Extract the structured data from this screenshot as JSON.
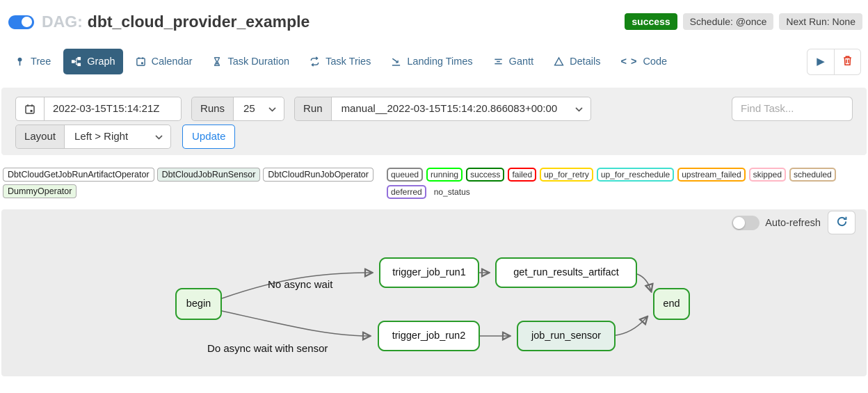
{
  "colors": {
    "accent_blue": "#2f80ed",
    "tab_selected_blue": "#35617f",
    "header_success_green": "#148414",
    "node_success_green": "#2a9c2a",
    "edge_gray": "#6b6b6b",
    "panel_gray": "#efefef",
    "update_blue": "#2484e8",
    "trash_red": "#e0351b"
  },
  "icons": {
    "header_toggle": "toggle-on-icon",
    "tree": "pin-icon",
    "graph": "graph-icon",
    "calendar": "calendar-icon",
    "task_duration": "hourglass-icon",
    "task_tries": "repeat-icon",
    "landing_times": "plane-landing-icon",
    "gantt": "gantt-icon",
    "details": "triangle-icon",
    "code_glyph": "< >",
    "play_glyph": "▶",
    "delete": "trash-icon",
    "date_field": "calendar-icon",
    "select_chevron": "chevron-down-icon",
    "refresh": "refresh-icon"
  },
  "header": {
    "dag_prefix": "DAG:",
    "dag_name": "dbt_cloud_provider_example",
    "status_badge": "success",
    "schedule_badge": "Schedule: @once",
    "next_run_badge": "Next Run: None"
  },
  "tabs": [
    {
      "label": "Tree",
      "active": false
    },
    {
      "label": "Graph",
      "active": true
    },
    {
      "label": "Calendar",
      "active": false
    },
    {
      "label": "Task Duration",
      "active": false
    },
    {
      "label": "Task Tries",
      "active": false
    },
    {
      "label": "Landing Times",
      "active": false
    },
    {
      "label": "Gantt",
      "active": false
    },
    {
      "label": "Details",
      "active": false
    },
    {
      "label": "Code",
      "active": false
    }
  ],
  "filters": {
    "date_value": "2022-03-15T15:14:21Z",
    "runs_label": "Runs",
    "runs_value": "25",
    "run_label": "Run",
    "run_value": "manual__2022-03-15T15:14:20.866083+00:00",
    "find_task_placeholder": "Find Task...",
    "layout_label": "Layout",
    "layout_value": "Left > Right",
    "update_label": "Update"
  },
  "legend": {
    "operators": [
      {
        "label": "DbtCloudGetJobRunArtifactOperator",
        "color": "#ffffff"
      },
      {
        "label": "DbtCloudJobRunSensor",
        "color": "#e4f0ea"
      },
      {
        "label": "DbtCloudRunJobOperator",
        "color": "#ffffff"
      },
      {
        "label": "DummyOperator",
        "color": "#e8f7e3"
      }
    ],
    "statuses": [
      {
        "label": "queued",
        "color": "#868686"
      },
      {
        "label": "running",
        "color": "#00ff00"
      },
      {
        "label": "success",
        "color": "#008000"
      },
      {
        "label": "failed",
        "color": "#ff0000"
      },
      {
        "label": "up_for_retry",
        "color": "#ffd700"
      },
      {
        "label": "up_for_reschedule",
        "color": "#40e0d0"
      },
      {
        "label": "upstream_failed",
        "color": "#ffa500"
      },
      {
        "label": "skipped",
        "color": "#ffb7c5"
      },
      {
        "label": "scheduled",
        "color": "#d2b48c"
      },
      {
        "label": "deferred",
        "color": "#9370db"
      },
      {
        "label": "no_status",
        "color": "none"
      }
    ]
  },
  "graph": {
    "auto_refresh_label": "Auto-refresh",
    "auto_refresh_on": false,
    "state_border": "#2a9c2a",
    "nodes": [
      {
        "id": "begin",
        "label": "begin",
        "fill": "#e8f7e3"
      },
      {
        "id": "trigger_job_run1",
        "label": "trigger_job_run1",
        "fill": "#ffffff"
      },
      {
        "id": "get_run_results_artifact",
        "label": "get_run_results_artifact",
        "fill": "#ffffff"
      },
      {
        "id": "trigger_job_run2",
        "label": "trigger_job_run2",
        "fill": "#ffffff"
      },
      {
        "id": "job_run_sensor",
        "label": "job_run_sensor",
        "fill": "#e4f0ea"
      },
      {
        "id": "end",
        "label": "end",
        "fill": "#e8f7e3"
      }
    ],
    "edge_labels": [
      {
        "text": "No async wait"
      },
      {
        "text": "Do async wait with sensor"
      }
    ]
  }
}
